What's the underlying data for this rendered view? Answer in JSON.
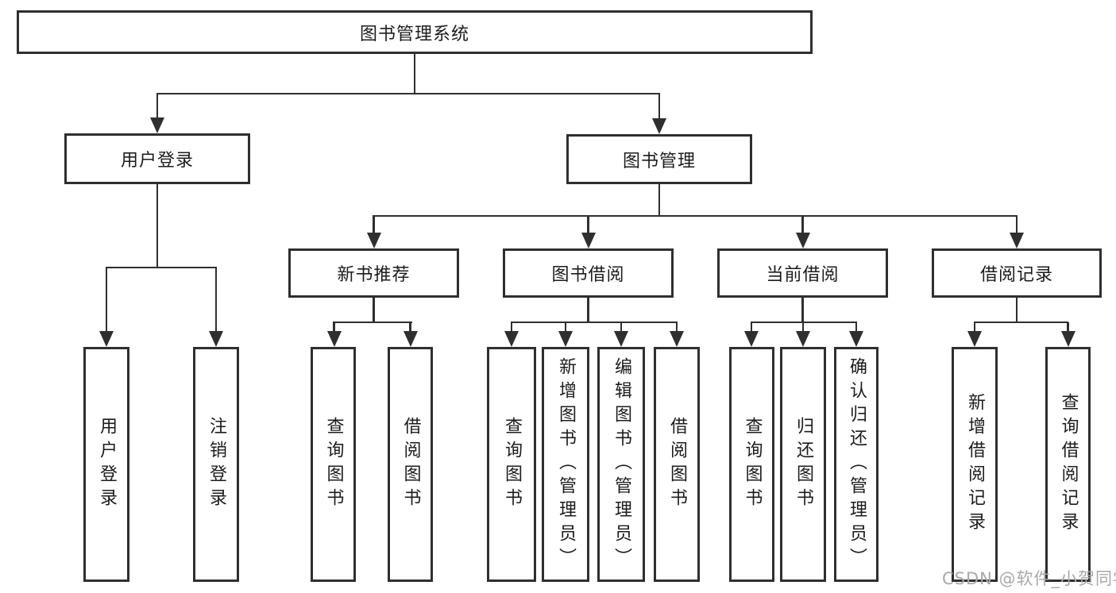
{
  "root": {
    "label": "图书管理系统"
  },
  "level2": [
    {
      "label": "用户登录"
    },
    {
      "label": "图书管理"
    }
  ],
  "level3": [
    {
      "label": "新书推荐"
    },
    {
      "label": "图书借阅"
    },
    {
      "label": "当前借阅"
    },
    {
      "label": "借阅记录"
    }
  ],
  "leaves": {
    "user_login": [
      "用户登录",
      "注销登录"
    ],
    "new_book_recommend": [
      "查询图书",
      "借阅图书"
    ],
    "book_borrow": [
      "查询图书",
      "新增图书（管理员）",
      "编辑图书（管理员）",
      "借阅图书"
    ],
    "current_borrow": [
      "查询图书",
      "归还图书",
      "确认归还（管理员）"
    ],
    "borrow_records": [
      "新增借阅记录",
      "查询借阅记录"
    ]
  },
  "watermark": {
    "text": "CSDN @软件_小贺同学"
  },
  "colors": {
    "line": "#2f2f2f",
    "background": "#ffffff",
    "text": "#1c1c1c",
    "watermark": "#a9a9a9"
  }
}
